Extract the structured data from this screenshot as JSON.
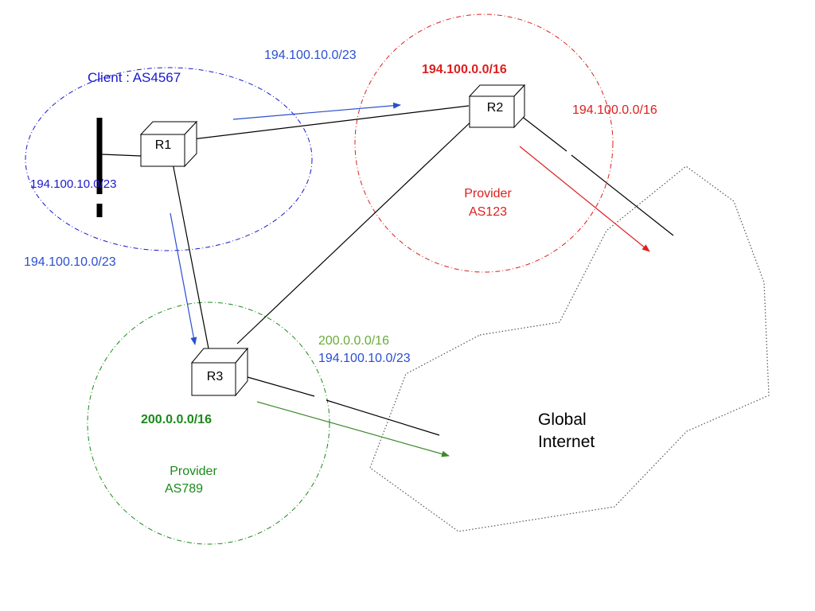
{
  "colors": {
    "client": "#1a1acc",
    "client_route": "#2a4fcf",
    "provider_as123": "#dd1f1f",
    "provider_as789_region": "#1a8a1a",
    "provider_as789_prefix": "#6aaa3a",
    "link": "#000000",
    "internet_outline": "#555555"
  },
  "client": {
    "label": "Client : AS4567",
    "lan_prefix": "194.100.10.0/23"
  },
  "routers": {
    "r1": "R1",
    "r2": "R2",
    "r3": "R3"
  },
  "providers": {
    "as123": {
      "name_line1": "Provider",
      "name_line2": "AS123",
      "prefix": "194.100.0.0/16"
    },
    "as789": {
      "name_line1": "Provider",
      "name_line2": "AS789",
      "prefix": "200.0.0.0/16"
    }
  },
  "advertisements": {
    "r1_to_r2": "194.100.10.0/23",
    "r1_to_r3": "194.100.10.0/23",
    "r2_to_internet": "194.100.0.0/16",
    "r3_to_internet_line1": "200.0.0.0/16",
    "r3_to_internet_line2": "194.100.10.0/23"
  },
  "internet": {
    "line1": "Global",
    "line2": "Internet"
  }
}
